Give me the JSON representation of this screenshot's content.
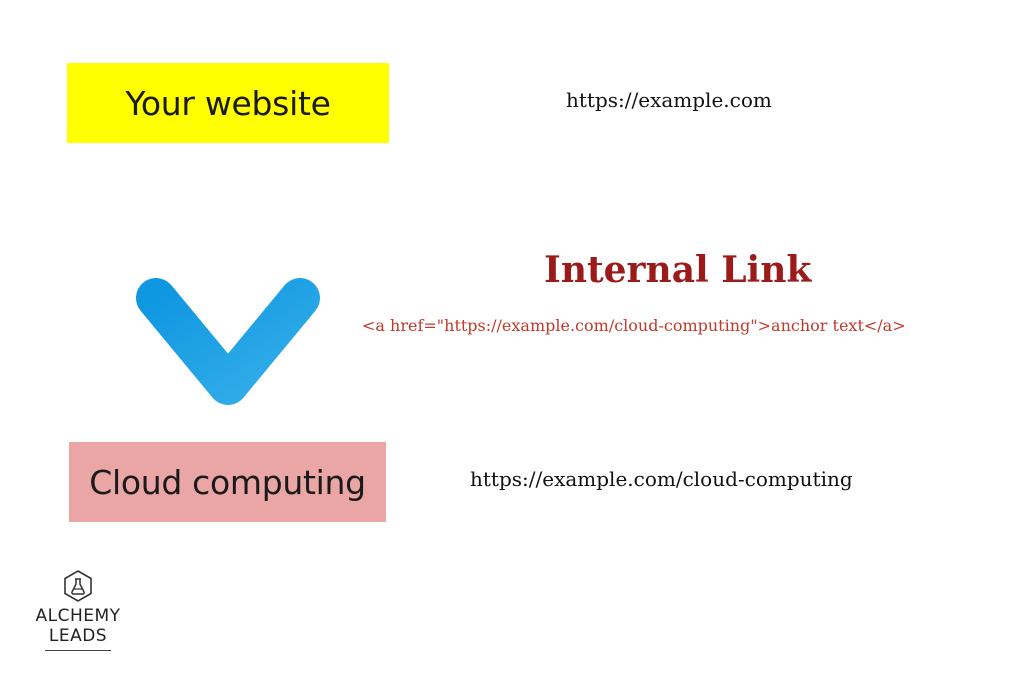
{
  "colors": {
    "website_box": "#ffff00",
    "cloud_box": "#eaa5a5",
    "arrow_light": "#35aee9",
    "arrow_dark": "#0f97e1",
    "accent_red": "#9b1b1b",
    "snippet_red": "#c0392b"
  },
  "diagram": {
    "source_label": "Your website",
    "source_url": "https://example.com",
    "target_label": "Cloud computing",
    "target_url": "https://example.com/cloud-computing",
    "arrow_icon": "arrow-down-icon"
  },
  "internal_link": {
    "title": "Internal Link",
    "snippet": "<a href=\"https://example.com/cloud-computing\">anchor text</a>"
  },
  "logo": {
    "line1": "ALCHEMY",
    "line2": "LEADS",
    "icon": "flask-hexagon-icon"
  }
}
